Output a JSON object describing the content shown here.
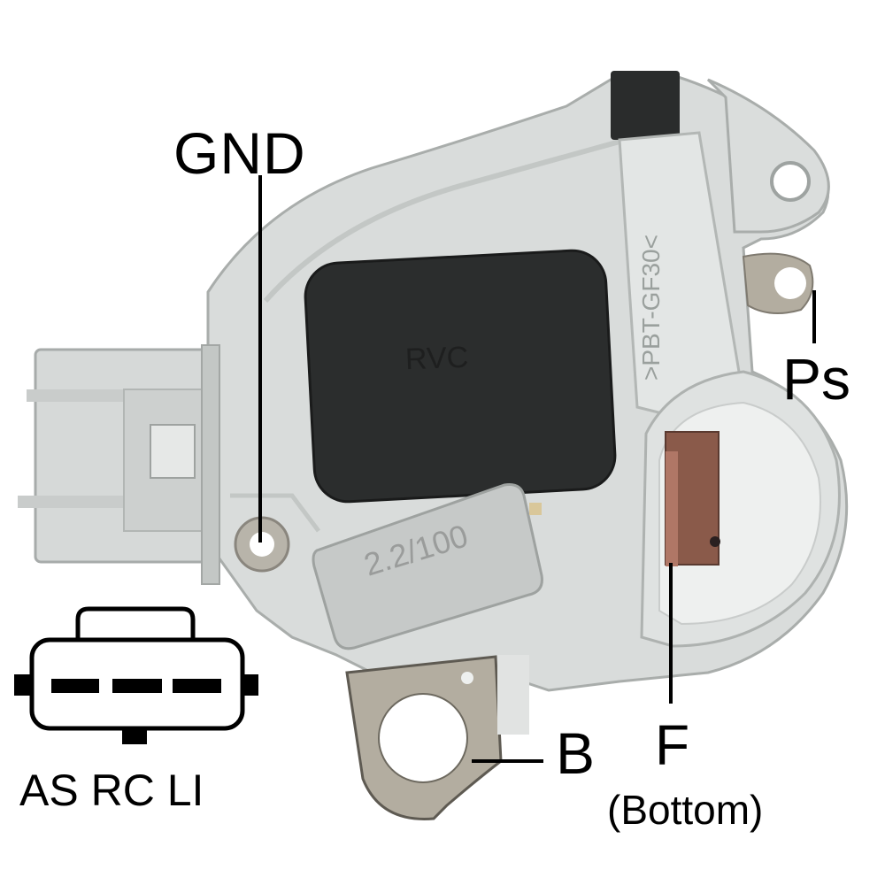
{
  "image": {
    "subject": "alternator-voltage-regulator",
    "background": "#ffffff",
    "colors": {
      "housing": "#d9dcdb",
      "housing_shadow": "#b8bcba",
      "cover": "#2b2d2d",
      "terminal_metal": "#b3ada0",
      "brush": "#8a5a4a",
      "label_ink": "#000000"
    }
  },
  "labels": {
    "gnd": "GND",
    "ps": "Ps",
    "b": "B",
    "f": "F",
    "f_note": "(Bottom)",
    "connector_pins": "AS RC LI"
  },
  "embossed_text": {
    "cover": "RVC",
    "capacitor": "2.2/100",
    "housing_material": ">PBT-GF30<"
  },
  "connector_diagram": {
    "pin_count": 3,
    "pins": [
      "AS",
      "RC",
      "LI"
    ]
  }
}
